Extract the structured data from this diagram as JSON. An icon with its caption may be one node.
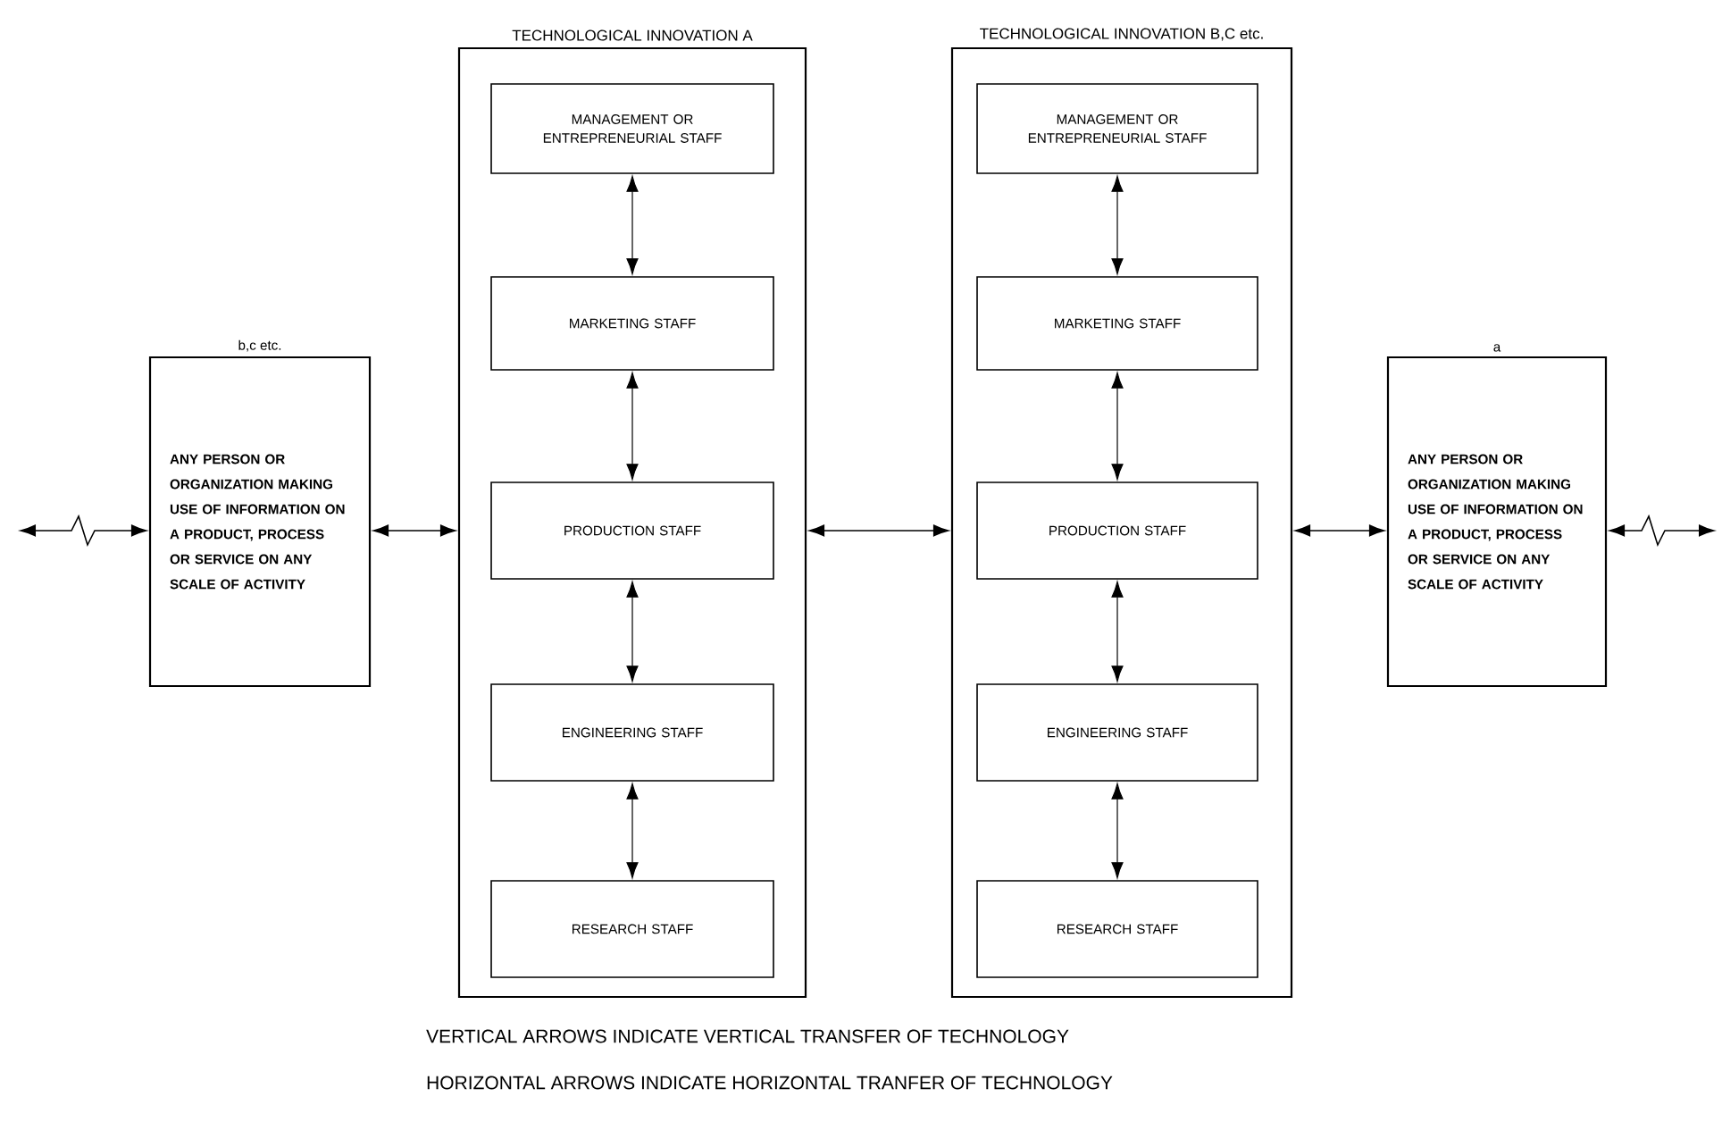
{
  "diagram": {
    "nodes": [
      {
        "text": [
          "b,c etc.",
          "ANY PERSON OR ORGANIZATION MAKING USE OF INFORMATION ON A PRODUCT, PROCESS OR SERVICE ON ANY SCALE OF ACTIVITY"
        ]
      },
      {
        "text": [
          "TECHNOLOGICAL INNOVATION A"
        ]
      },
      {
        "text": [
          "MANAGEMENT OR ENTREPRENEURIAL STAFF"
        ],
        "in": 1
      },
      {
        "text": [
          "MARKETING STAFF"
        ],
        "in": 1
      },
      {
        "text": [
          "PRODUCTION STAFF"
        ],
        "in": 1
      },
      {
        "text": [
          "ENGINEERING STAFF"
        ],
        "in": 1
      },
      {
        "text": [
          "RESEARCH STAFF"
        ],
        "in": 1
      },
      {
        "text": [
          "TECHNOLOGICAL INNOVATION B,C etc."
        ]
      },
      {
        "text": [
          "MANAGEMENT OR ENTREPRENEURIAL STAFF"
        ],
        "in": 7
      },
      {
        "text": [
          "MARKETING STAFF"
        ],
        "in": 7
      },
      {
        "text": [
          "PRODUCTION STAFF"
        ],
        "in": 7
      },
      {
        "text": [
          "ENGINEERING STAFF"
        ],
        "in": 7
      },
      {
        "text": [
          "RESEARCH STAFF"
        ],
        "in": 7
      },
      {
        "text": [
          "a",
          "ANY PERSON OR ORGANIZATION MAKING USE OF INFORMATION ON A PRODUCT, PROCESS OR SERVICE ON ANY SCALE OF ACTIVITY"
        ]
      }
    ],
    "edges": [
      {
        "from": null,
        "to": 0,
        "arrow": "both"
      },
      {
        "from": 0,
        "to": 1,
        "arrow": "both"
      },
      {
        "from": 2,
        "to": 3,
        "arrow": "both"
      },
      {
        "from": 3,
        "to": 4,
        "arrow": "both"
      },
      {
        "from": 4,
        "to": 5,
        "arrow": "both"
      },
      {
        "from": 5,
        "to": 6,
        "arrow": "both"
      },
      {
        "from": 1,
        "to": 7,
        "arrow": "both"
      },
      {
        "from": 8,
        "to": 9,
        "arrow": "both"
      },
      {
        "from": 9,
        "to": 10,
        "arrow": "both"
      },
      {
        "from": 10,
        "to": 11,
        "arrow": "both"
      },
      {
        "from": 11,
        "to": 12,
        "arrow": "both"
      },
      {
        "from": 7,
        "to": 13,
        "arrow": "both"
      },
      {
        "from": 13,
        "to": null,
        "arrow": "both"
      }
    ],
    "labels": [
      "VERTICAL ARROWS INDICATE VERTICAL TRANSFER OF TECHNOLOGY",
      "HORIZONTAL ARROWS INDICATE HORIZONTAL TRANFER OF TECHNOLOGY"
    ]
  }
}
